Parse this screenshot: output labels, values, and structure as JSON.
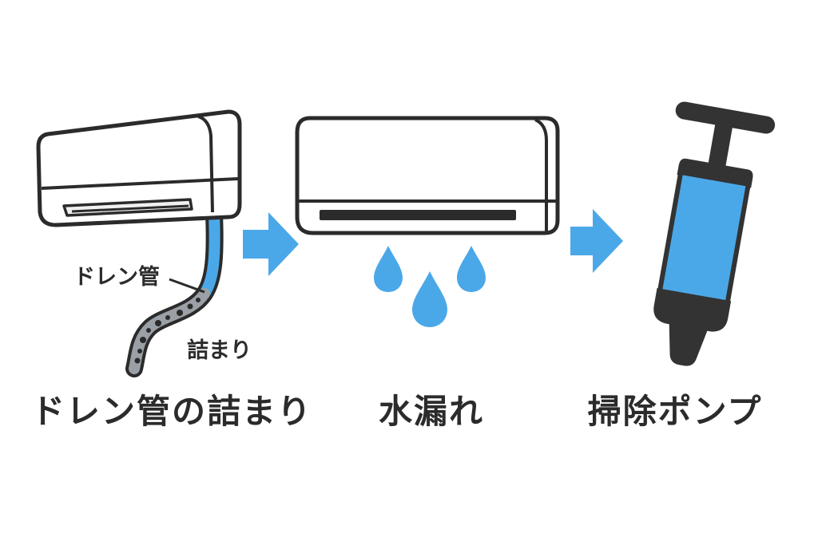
{
  "panels": [
    {
      "caption": "ドレン管の詰まり"
    },
    {
      "caption": "水漏れ"
    },
    {
      "caption": "掃除ポンプ"
    }
  ],
  "annotations": {
    "drain_pipe": "ドレン管",
    "clog": "詰まり"
  },
  "icons": [
    "air-conditioner-icon",
    "drain-pipe-icon",
    "arrow-right-icon",
    "water-drop-icon",
    "hand-pump-icon"
  ],
  "colors": {
    "water_blue": "#4BA8E8",
    "outline": "#2B2B2B",
    "unit_body": "#FFFFFF",
    "unit_shade": "#F0F0F0",
    "clog_gray": "#9AA0A6",
    "pump_dark": "#333333"
  }
}
